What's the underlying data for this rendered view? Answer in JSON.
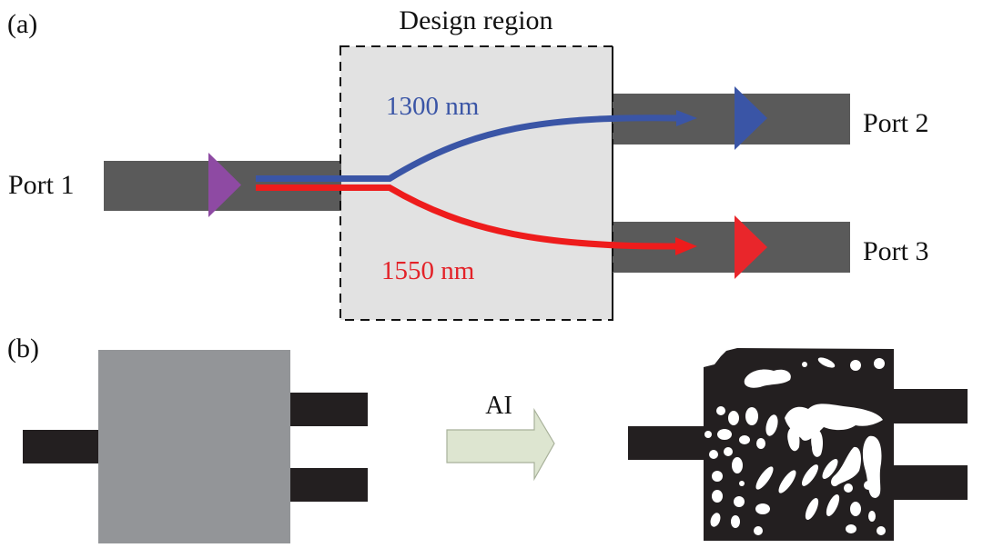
{
  "panel_a": {
    "label": "(a)",
    "design_region_title": "Design region",
    "ports": {
      "port1": "Port 1",
      "port2": "Port 2",
      "port3": "Port 3"
    },
    "wavelengths": {
      "short": "1300 nm",
      "long": "1550 nm"
    },
    "colors": {
      "waveguide": "#5a5a5a",
      "design_region": "#e2e2e2",
      "input_arrow": "#8e4aa3",
      "short_wavelength": "#3a55a6",
      "long_wavelength": "#ee1c1c",
      "port3_arrow": "#e9262b"
    }
  },
  "panel_b": {
    "label": "(b)",
    "arrow_label": "AI",
    "colors": {
      "initial_region": "#939598",
      "waveguide": "#231f20",
      "arrow_fill": "#dde5d0",
      "arrow_stroke": "#a8b19a",
      "optimized_material": "#231f20",
      "optimized_holes": "#ffffff"
    }
  }
}
